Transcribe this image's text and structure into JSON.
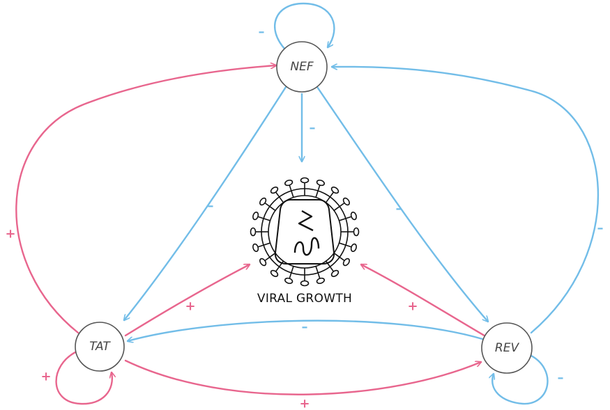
{
  "colors": {
    "positive": "#e8668e",
    "negative": "#72bde8",
    "node_stroke": "#555555",
    "virus": "#111111"
  },
  "nodes": {
    "nef": "NEF",
    "tat": "TAT",
    "rev": "REV"
  },
  "center": {
    "caption": "VIRAL GROWTH",
    "icon": "virus-icon"
  },
  "edges": [
    {
      "id": "nef-self",
      "from": "NEF",
      "to": "NEF",
      "sign": "–",
      "type": "negative"
    },
    {
      "id": "nef-to-growth",
      "from": "NEF",
      "to": "VIRAL GROWTH",
      "sign": "–",
      "type": "negative"
    },
    {
      "id": "nef-to-tat",
      "from": "NEF",
      "to": "TAT",
      "sign": "–",
      "type": "negative"
    },
    {
      "id": "nef-to-rev",
      "from": "NEF",
      "to": "REV",
      "sign": "–",
      "type": "negative"
    },
    {
      "id": "rev-to-nef",
      "from": "REV",
      "to": "NEF",
      "sign": "–",
      "type": "negative"
    },
    {
      "id": "tat-to-nef",
      "from": "TAT",
      "to": "NEF",
      "sign": "+",
      "type": "positive"
    },
    {
      "id": "tat-to-growth",
      "from": "TAT",
      "to": "VIRAL GROWTH",
      "sign": "+",
      "type": "positive"
    },
    {
      "id": "rev-to-growth",
      "from": "REV",
      "to": "VIRAL GROWTH",
      "sign": "+",
      "type": "positive"
    },
    {
      "id": "rev-to-tat",
      "from": "REV",
      "to": "TAT",
      "sign": "–",
      "type": "negative"
    },
    {
      "id": "tat-to-rev",
      "from": "TAT",
      "to": "REV",
      "sign": "+",
      "type": "positive"
    },
    {
      "id": "tat-self",
      "from": "TAT",
      "to": "TAT",
      "sign": "+",
      "type": "positive"
    },
    {
      "id": "rev-self",
      "from": "REV",
      "to": "REV",
      "sign": "–",
      "type": "negative"
    }
  ]
}
